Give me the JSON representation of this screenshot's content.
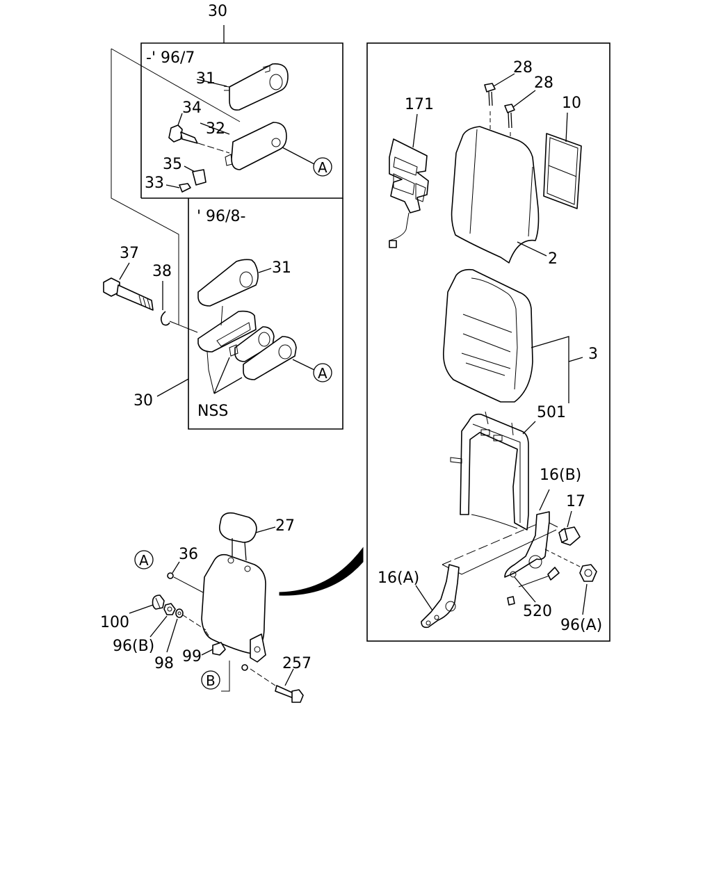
{
  "sections": {
    "upper_left_period": "-' 96/7",
    "mid_left_period": "' 96/8-",
    "nss_label": "NSS"
  },
  "callouts": {
    "ref_a_1": "A",
    "ref_a_2": "A",
    "ref_a_3": "A",
    "ref_b": "B"
  },
  "part_numbers": {
    "p30_top": "30",
    "p30_left": "30",
    "p31_top": "31",
    "p31_mid": "31",
    "p32": "32",
    "p33": "33",
    "p34": "34",
    "p35": "35",
    "p36": "36",
    "p37": "37",
    "p38": "38",
    "p27": "27",
    "p100": "100",
    "p96b": "96(B)",
    "p98": "98",
    "p99": "99",
    "p257": "257",
    "p28_a": "28",
    "p28_b": "28",
    "p171": "171",
    "p10": "10",
    "p2": "2",
    "p3": "3",
    "p501": "501",
    "p16b": "16(B)",
    "p17": "17",
    "p16a": "16(A)",
    "p520": "520",
    "p96a": "96(A)"
  }
}
